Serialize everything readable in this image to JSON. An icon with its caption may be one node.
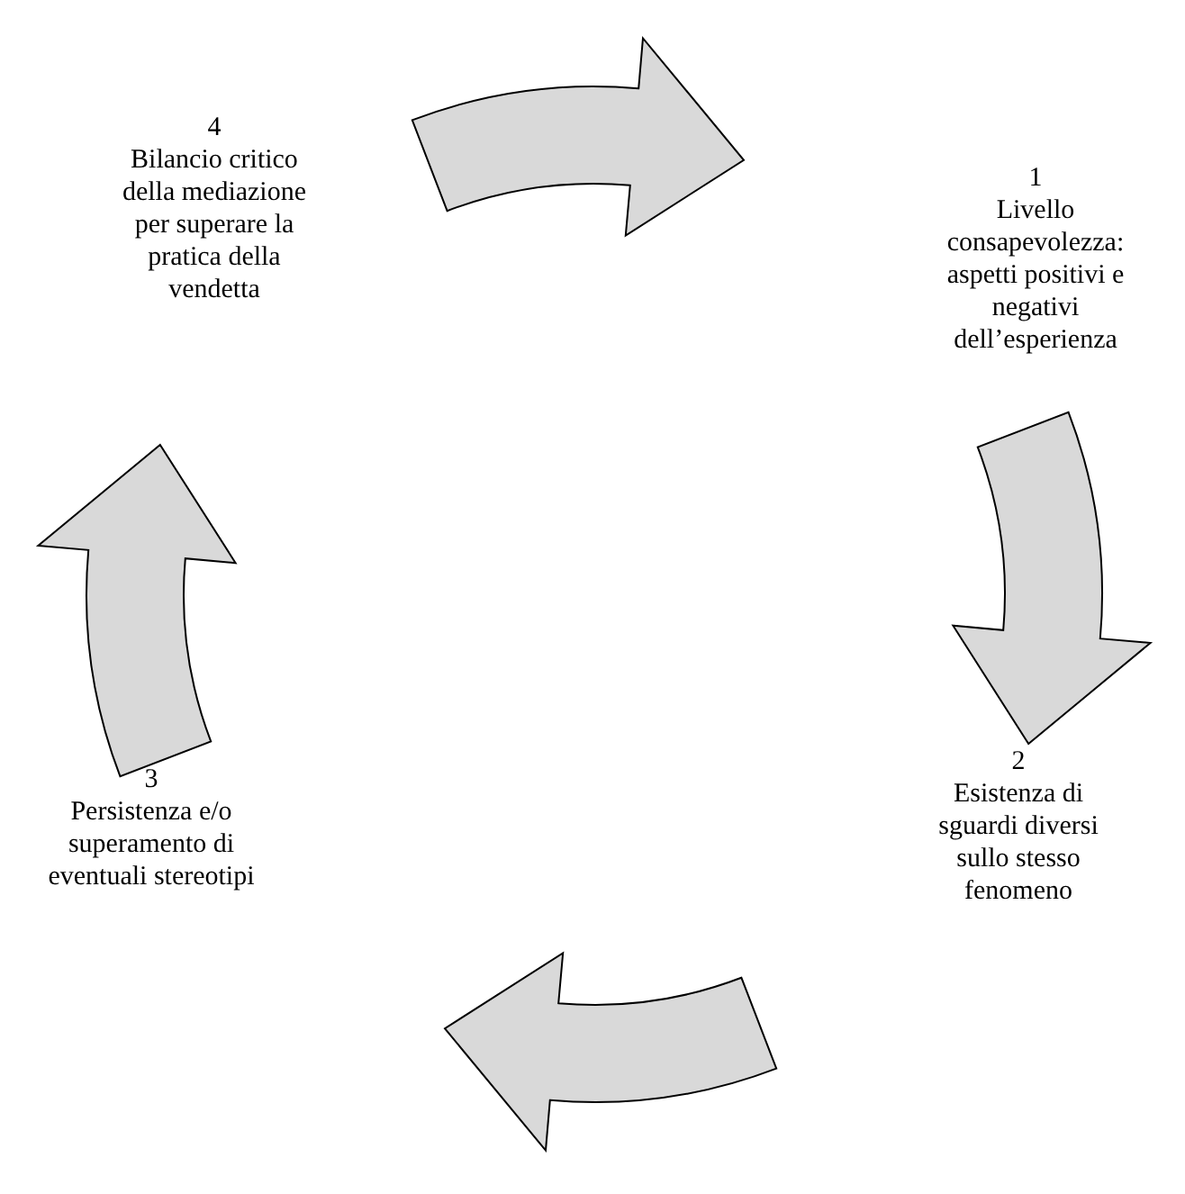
{
  "diagram": {
    "nodes": [
      {
        "text": [
          "1",
          "Livello consapevolezza: aspetti positivi e negativi dell’esperienza"
        ]
      },
      {
        "text": [
          "2",
          "Esistenza di sguardi diversi sullo stesso fenomeno"
        ]
      },
      {
        "text": [
          "3",
          "Persistenza e/o superamento di eventuali stereotipi"
        ]
      },
      {
        "text": [
          "4",
          "Bilancio critico della mediazione per superare la pratica della vendetta"
        ]
      }
    ],
    "edges": [
      {
        "from": 3,
        "to": 0,
        "arrow": "to"
      },
      {
        "from": 0,
        "to": 1,
        "arrow": "to"
      },
      {
        "from": 1,
        "to": 2,
        "arrow": "to"
      },
      {
        "from": 2,
        "to": 3,
        "arrow": "to"
      }
    ]
  }
}
